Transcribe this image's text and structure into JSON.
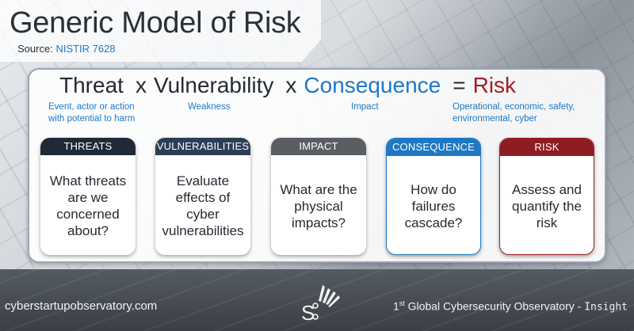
{
  "header": {
    "title": "Generic Model of Risk",
    "source_label": "Source:",
    "source_link": "NISTIR 7628"
  },
  "equation": {
    "threat": "Threat",
    "op1": "x",
    "vulnerability": "Vulnerability",
    "op2": "x",
    "consequence": "Consequence",
    "equals": "=",
    "risk": "Risk"
  },
  "descriptions": {
    "threat_line1": "Event, actor or action",
    "threat_line2": "with potential to harm",
    "vulnerability": "Weakness",
    "impact": "Impact",
    "risk_line1": "Operational, economic, safety,",
    "risk_line2": "environmental, cyber"
  },
  "cards": [
    {
      "header": "THREATS",
      "body": "What threats are we concerned about?"
    },
    {
      "header": "VULNERABILITIES",
      "body": "Evaluate effects of cyber vulnerabilities"
    },
    {
      "header": "IMPACT",
      "body": "What are the physical impacts?"
    },
    {
      "header": "CONSEQUENCE",
      "body": "How do failures cascade?"
    },
    {
      "header": "RISK",
      "body": "Assess and quantify the risk"
    }
  ],
  "footer": {
    "url": "cyberstartupobservatory.com",
    "tag_prefix": "1",
    "tag_sup": "st",
    "tag_text": " Global Cybersecurity Observatory",
    "tag_dash": " - ",
    "tag_insight": "Insight"
  },
  "colors": {
    "accent_blue": "#1f78c4",
    "risk_red": "#a01d24",
    "dark_text": "#252a33"
  }
}
